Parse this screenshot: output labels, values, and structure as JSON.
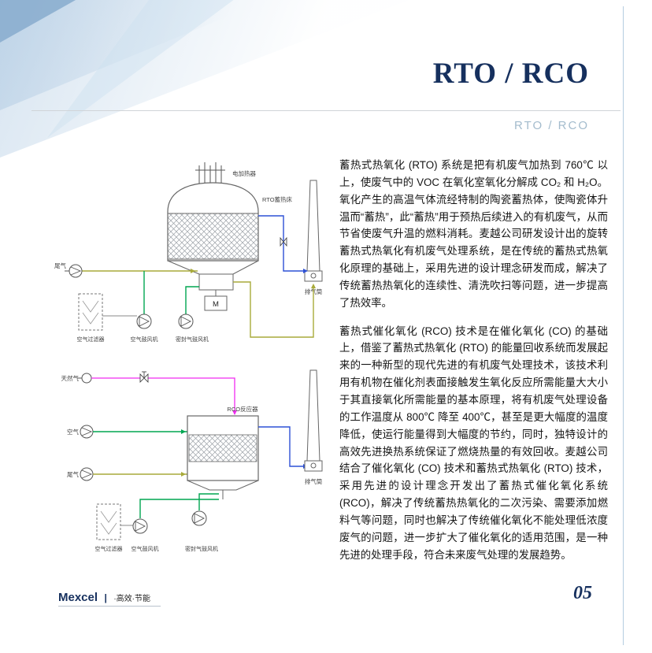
{
  "page": {
    "title": "RTO / RCO",
    "subtitle": "RTO / RCO",
    "page_number": "05",
    "footer": {
      "brand": "Mexcel",
      "separator": "|",
      "tagline": "·高效·节能"
    }
  },
  "colors": {
    "accent_navy": "#16305e",
    "subtitle_blue": "#a4bccd",
    "pipe_green": "#00a651",
    "pipe_olive": "#a8aa3a",
    "pipe_blue": "#2d50d5",
    "pipe_magenta": "#f02bf0"
  },
  "content": {
    "paragraph_rto": "蓄热式热氧化 (RTO) 系统是把有机废气加热到 760℃ 以上，使废气中的 VOC 在氧化室氧化分解成 CO₂ 和 H₂O。氧化产生的高温气体流经特制的陶瓷蓄热体，使陶瓷体升温而“蓄热”，此“蓄热”用于预热后续进入的有机废气，从而节省使废气升温的燃料消耗。麦越公司研发设计出的旋转蓄热式热氧化有机废气处理系统，是在传统的蓄热式热氧化原理的基础上，采用先进的设计理念研发而成，解决了传统蓄热热氧化的连续性、清洗吹扫等问题，进一步提高了热效率。",
    "paragraph_rco": "蓄热式催化氧化 (RCO) 技术是在催化氧化 (CO) 的基础上，借鉴了蓄热式热氧化 (RTO) 的能量回收系统而发展起来的一种新型的现代先进的有机废气处理技术，该技术利用有机物在催化剂表面接触发生氧化反应所需能量大大小于其直接氧化所需能量的基本原理，将有机废气处理设备的工作温度从 800℃ 降至 400℃，甚至是更大幅度的温度降低，使运行能量得到大幅度的节约，同时，独特设计的高效先进换热系统保证了燃烧热量的有效回收。麦越公司结合了催化氧化 (CO) 技术和蓄热式热氧化 (RTO) 技术，采用先进的设计理念开发出了蓄热式催化氧化系统 (RCO)，解决了传统蓄热热氧化的二次污染、需要添加燃料气等问题，同时也解决了传统催化氧化不能处理低浓度废气的问题，进一步扩大了催化氧化的适用范围，是一种先进的处理手段，符合未来废气处理的发展趋势。"
  },
  "diagram_rto": {
    "labels": {
      "heater": "电加热器",
      "bed": "RTO蓄热床",
      "motor": "M",
      "tail_gas": "尾气",
      "air_filter": "空气过滤器",
      "air_blower": "空气鼓风机",
      "seal_blower": "密封气鼓风机",
      "stack": "排气筒"
    }
  },
  "diagram_rco": {
    "labels": {
      "natural_gas": "天然气",
      "air": "空气",
      "tail_gas": "尾气",
      "reactor": "RCO反应器",
      "air_filter": "空气过滤器",
      "air_blower": "空气鼓风机",
      "seal_blower": "密封气鼓风机",
      "stack": "排气筒"
    }
  }
}
